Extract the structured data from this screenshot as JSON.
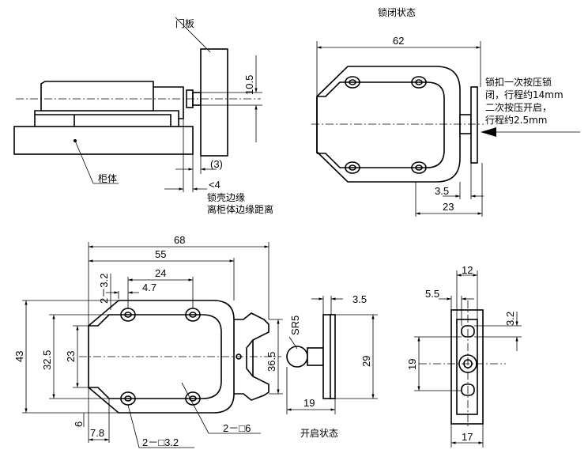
{
  "views": {
    "side": {
      "labels": {
        "door_panel": "门板",
        "cabinet_body": "柜体",
        "edge_note_line1": "锁壳边缘",
        "edge_note_line2": "离柜体边缘距离"
      },
      "dims": {
        "d10_5": "10.5",
        "d3": "(3)",
        "d4": "<4"
      }
    },
    "locked": {
      "title": "锁闭状态",
      "note": [
        "锁扣一次按压锁",
        "闭，行程约14mm",
        "二次按压开启，",
        "行程约2.5mm"
      ],
      "dims": {
        "d62": "62",
        "d3_5": "3.5",
        "d23": "23"
      }
    },
    "open": {
      "title": "开启状态",
      "dims": {
        "d68": "68",
        "d55": "55",
        "d24": "24",
        "d4_7": "4.7",
        "d2_3_2": "2－3.2",
        "d43": "43",
        "d32_5": "32.5",
        "d23": "23",
        "d36_5": "36.5",
        "d6": "6",
        "d7_8": "7.8",
        "d2_sq3_2": "2－□3.2",
        "d2_sq6": "2－□6",
        "sr5": "SR5",
        "d3_5": "3.5",
        "d29": "29",
        "d19": "19"
      }
    },
    "end": {
      "dims": {
        "d12": "12",
        "d5_5": "5.5",
        "d3_2": "3.2",
        "d19": "19",
        "d17": "17"
      }
    }
  }
}
